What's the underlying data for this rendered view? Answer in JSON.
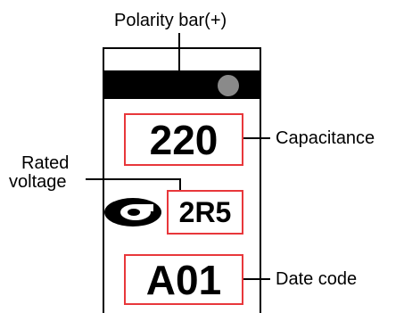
{
  "labels": {
    "polarity_bar": "Polarity bar(+)",
    "rated_voltage_line1": "Rated",
    "rated_voltage_line2": "voltage",
    "capacitance": "Capacitance",
    "date_code": "Date code"
  },
  "markings": {
    "capacitance_code": "220",
    "voltage_code": "2R5",
    "date_code": "A01"
  },
  "colors": {
    "outline": "#000000",
    "highlight_box": "#e8373b",
    "polarity_bar": "#000000",
    "polarity_dot": "#8a8a8a"
  }
}
